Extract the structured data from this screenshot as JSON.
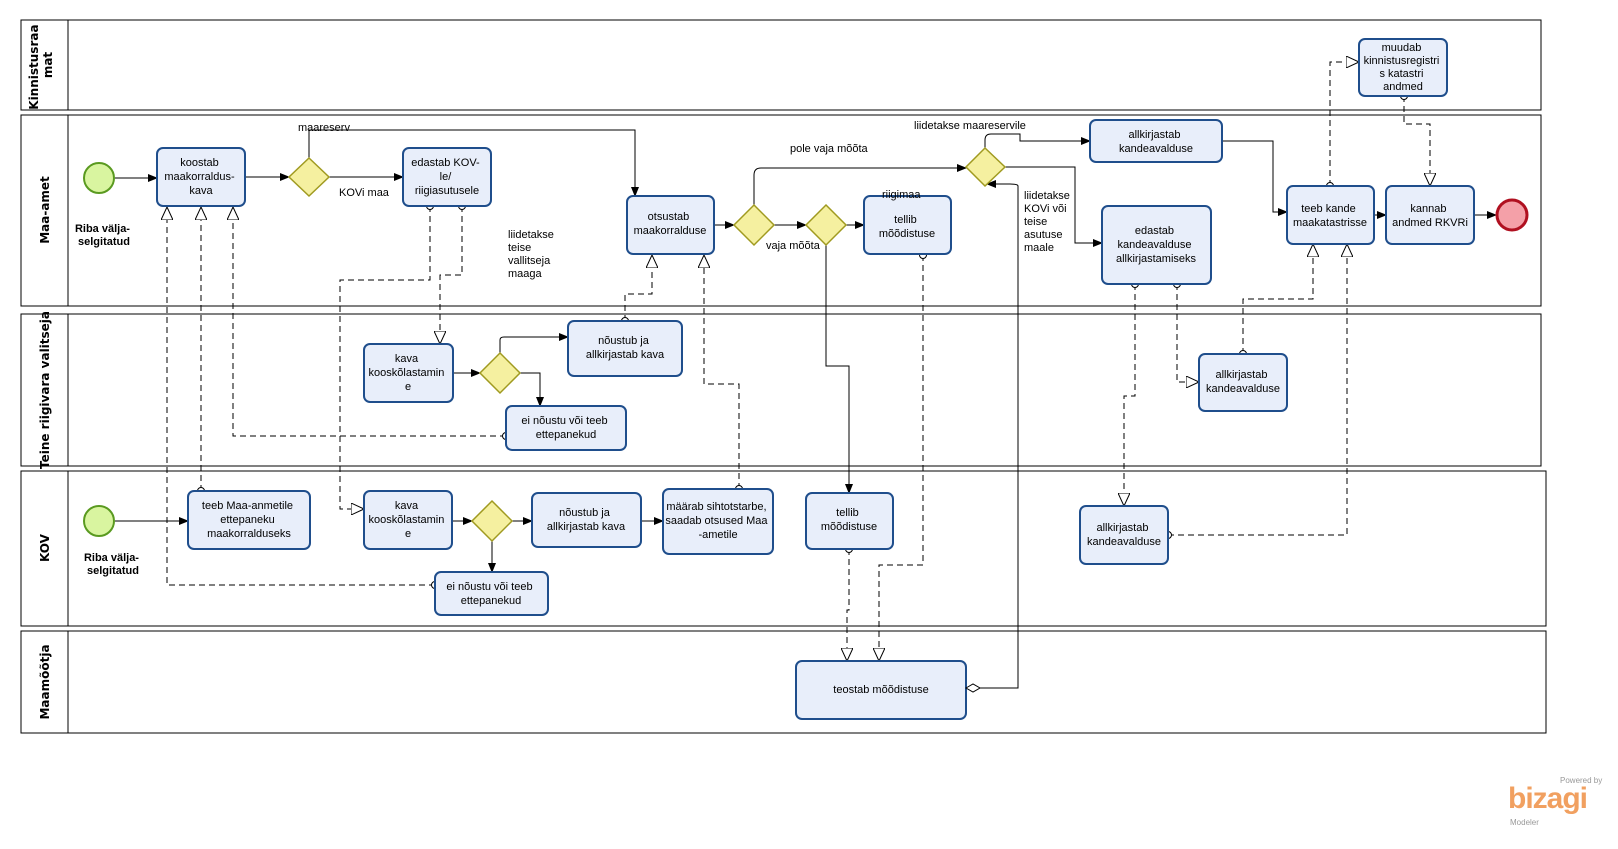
{
  "lanes": {
    "kinnistusraamat": [
      "Kinnistusraa",
      "mat"
    ],
    "maaamet": "Maa-amet",
    "teine": "Teine riigivara valitseja",
    "kov": "KOV",
    "maamootja": "Maamõõtja"
  },
  "events": {
    "start_maaamet": [
      "Riba välja-",
      "selgitatud"
    ],
    "start_kov": [
      "Riba välja-",
      "selgitatud"
    ]
  },
  "tasks": {
    "koostab": [
      "koostab",
      "maakorraldus-",
      "kava"
    ],
    "edastab_kov": [
      "edastab KOV-",
      "le/",
      "riigiasutusele"
    ],
    "otsustab": [
      "otsustab",
      "maakorralduse"
    ],
    "tellib_maaamet": [
      "tellib",
      "mõõdistuse"
    ],
    "allkirjastab_ma": [
      "allkirjastab",
      "kandeavalduse"
    ],
    "edastab_kand": [
      "edastab",
      "kandeavalduse",
      "allkirjastamiseks"
    ],
    "teeb_kande": [
      "teeb kande",
      "maakatastrisse"
    ],
    "kannab": [
      "kannab",
      "andmed RKVRi"
    ],
    "muudab": [
      "muudab",
      "kinnistusregistri",
      "s katastri",
      "andmed"
    ],
    "kava_teine": [
      "kava",
      "kooskõlastamin",
      "e"
    ],
    "noustub_teine": [
      "nõustub ja",
      "allkirjastab kava"
    ],
    "ei_noustu_teine": [
      "ei nõustu või teeb",
      "ettepanekud"
    ],
    "allkirjastab_teine": [
      "allkirjastab",
      "kandeavalduse"
    ],
    "teeb_ettepaneku": [
      "teeb Maa-anmetile",
      "ettepaneku",
      "maakorralduseks"
    ],
    "kava_kov": [
      "kava",
      "kooskõlastamin",
      "e"
    ],
    "noustub_kov": [
      "nõustub ja",
      "allkirjastab kava"
    ],
    "maarab": [
      "määrab sihtotstarbe,",
      "saadab otsused Maa",
      "-ametile"
    ],
    "tellib_kov": [
      "tellib",
      "mõõdistuse"
    ],
    "ei_noustu_kov": [
      "ei nõustu või  teeb",
      "ettepanekud"
    ],
    "allkirjastab_kov": [
      "allkirjastab",
      "kandeavalduse"
    ],
    "teostab": [
      "teostab mõõdistuse"
    ]
  },
  "flow_labels": {
    "maareserv": "maareserv",
    "kovi_maa": "KOVi maa",
    "liidetakse_teise": [
      "liidetakse",
      "teise",
      "vallitseja",
      "maaga"
    ],
    "pole_vaja": "pole vaja mõõta",
    "vaja_moota": "vaja mõõta",
    "riigimaa": "riigimaa",
    "liidetakse_maareservile": "liidetakse maareservile",
    "liidetakse_kovi": [
      "liidetakse",
      "KOVi või",
      "teise",
      "asutuse",
      "maale"
    ]
  },
  "watermark": {
    "powered": "Powered by",
    "logo": "bizagi",
    "sub": "Modeler"
  },
  "colors": {
    "task_fill": "#e8eefa",
    "task_stroke": "#1f4e8c",
    "gateway_fill": "#f5f0a0",
    "gateway_stroke": "#a09a20",
    "start_fill": "#d9f5a0",
    "start_stroke": "#5a9a20",
    "end_fill": "#f4a0a8",
    "end_stroke": "#b01020",
    "watermark": "#f1a060"
  }
}
